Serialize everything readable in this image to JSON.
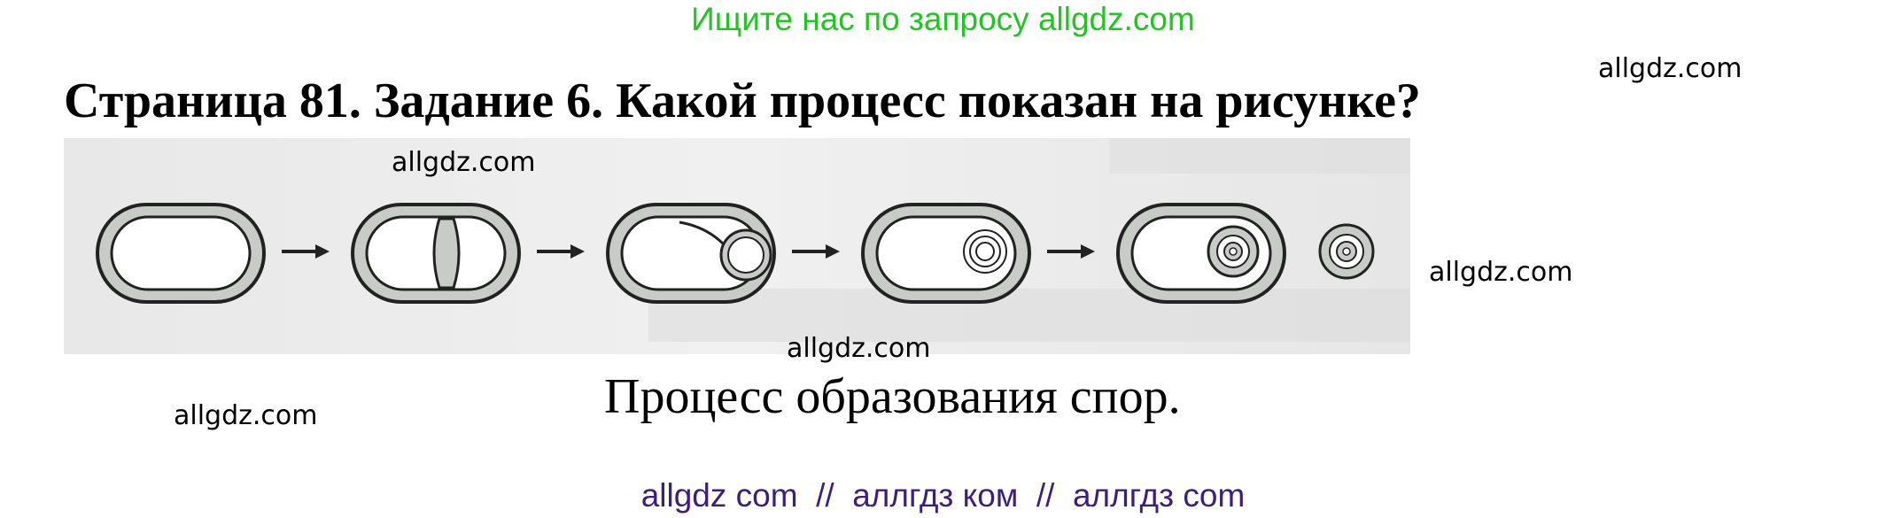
{
  "promo_text": "Ищите нас по запросу allgdz.com",
  "title": "Страница 81. Задание 6. Какой процесс показан на рисунке?",
  "watermark": "allgdz.com",
  "answer": "Процесс образования спор.",
  "footer": "allgdz com  //  аллгдз ком  //  аллгдз com",
  "colors": {
    "promo": "#22c522",
    "footer": "#3c1f7a",
    "cell_fill": "#c9cbc9",
    "cell_outline": "#222222"
  },
  "figure": {
    "stages": [
      "bacterial-cell",
      "cell-with-partition",
      "cell-with-forming-spore",
      "cell-with-spore",
      "cell-with-mature-spore",
      "free-spore"
    ],
    "arrows": 4
  }
}
